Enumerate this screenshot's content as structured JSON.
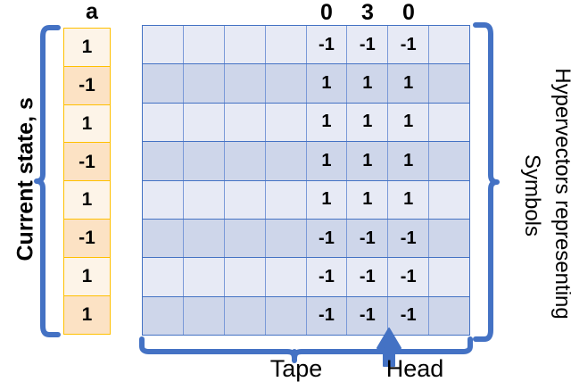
{
  "figure": {
    "title_left": "Current state, s",
    "vector_title": "a",
    "right_label_line1": "Hypervectors representing",
    "right_label_line2": "Symbols",
    "bottom_label_tape": "Tape",
    "bottom_label_head": "Head",
    "accent_blue": "#4472c4",
    "grid_line_blue": "#7b9ad8",
    "row_even_fill": "#e7eaf5",
    "row_odd_fill": "#ced6ea",
    "vector_border": "#ffc000",
    "vector_even_fill": "#fdf4e8",
    "vector_odd_fill": "#fce2c4"
  },
  "chart_data": {
    "type": "heatmap",
    "title": "",
    "xlabel": "",
    "ylabel": "",
    "column_headers": [
      "",
      "",
      "",
      "",
      "0",
      "3",
      "0",
      ""
    ],
    "n_rows": 8,
    "n_cols": 8,
    "matrix": [
      [
        "",
        "",
        "",
        "",
        "-1",
        "-1",
        "-1",
        ""
      ],
      [
        "",
        "",
        "",
        "",
        "1",
        "1",
        "1",
        ""
      ],
      [
        "",
        "",
        "",
        "",
        "1",
        "1",
        "1",
        ""
      ],
      [
        "",
        "",
        "",
        "",
        "1",
        "1",
        "1",
        ""
      ],
      [
        "",
        "",
        "",
        "",
        "1",
        "1",
        "1",
        ""
      ],
      [
        "",
        "",
        "",
        "",
        "-1",
        "-1",
        "-1",
        ""
      ],
      [
        "",
        "",
        "",
        "",
        "-1",
        "-1",
        "-1",
        ""
      ],
      [
        "",
        "",
        "",
        "",
        "-1",
        "-1",
        "-1",
        ""
      ]
    ],
    "state_vector": [
      "1",
      "-1",
      "1",
      "-1",
      "1",
      "-1",
      "1",
      "1"
    ],
    "head_column_index": 6,
    "legend": [
      "Tape",
      "Head",
      "Hypervectors representing Symbols",
      "Current state, s"
    ]
  }
}
